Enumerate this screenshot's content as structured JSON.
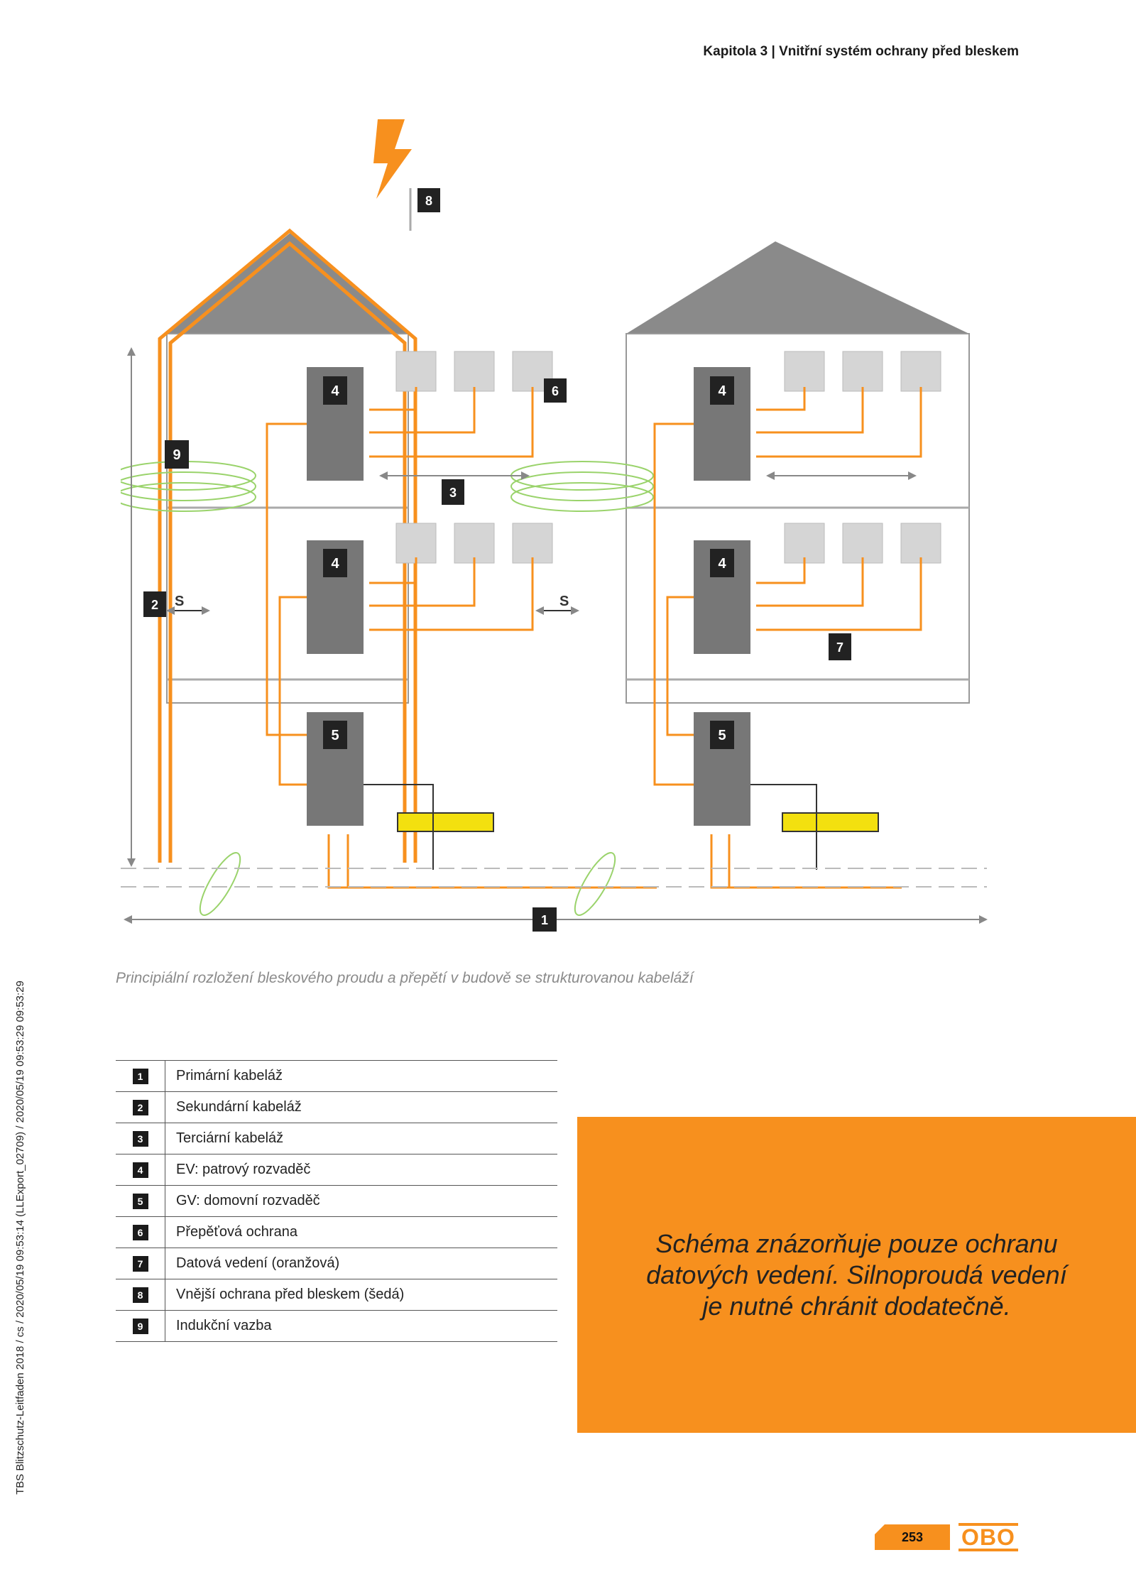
{
  "header": {
    "chapter": "Kapitola 3 | Vnitřní systém ochrany před bleskem"
  },
  "side_text": "TBS Blitzschutz-Leitfaden 2018 / cs / 2020/05/19 09:53:14 (LLExport_02709) / 2020/05/19 09:53:29 09:53:29",
  "diagram": {
    "markers": {
      "m1": "1",
      "m2": "2",
      "m3": "3",
      "m4a": "4",
      "m4b": "4",
      "m4c": "4",
      "m4d": "4",
      "m5a": "5",
      "m5b": "5",
      "m6": "6",
      "m7": "7",
      "m8": "8",
      "m9": "9"
    },
    "s_left": "S",
    "s_right": "S",
    "colors": {
      "orange": "#f7901e",
      "grey": "#777777",
      "green": "#9ad36b",
      "yellow": "#f3e00f"
    }
  },
  "caption": "Principiální rozložení bleskového proudu a přepětí v budově se strukturovanou kabeláží",
  "legend": [
    {
      "num": "1",
      "label": "Primární kabeláž"
    },
    {
      "num": "2",
      "label": "Sekundární kabeláž"
    },
    {
      "num": "3",
      "label": "Terciární kabeláž"
    },
    {
      "num": "4",
      "label": "EV: patrový rozvaděč"
    },
    {
      "num": "5",
      "label": "GV: domovní rozvaděč"
    },
    {
      "num": "6",
      "label": "Přepěťová ochrana"
    },
    {
      "num": "7",
      "label": "Datová vedení (oranžová)"
    },
    {
      "num": "8",
      "label": "Vnější ochrana před bleskem (šedá)"
    },
    {
      "num": "9",
      "label": "Indukční vazba"
    }
  ],
  "note": "Schéma znázorňuje pouze ochranu datových vedení. Silnoproudá vedení je nutné chránit dodatečně.",
  "footer": {
    "page_number": "253",
    "logo": "OBO"
  }
}
